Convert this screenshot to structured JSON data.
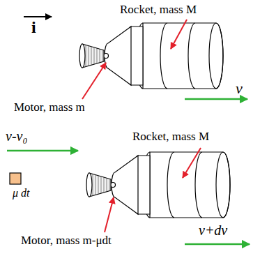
{
  "diagram": {
    "labels": [
      "i",
      "Rocket, mass M",
      "v",
      "Motor, mass m",
      "v-v₀",
      "Rocket, mass M",
      "μ dt",
      "Motor, mass m-μdt",
      "v+dv"
    ]
  }
}
